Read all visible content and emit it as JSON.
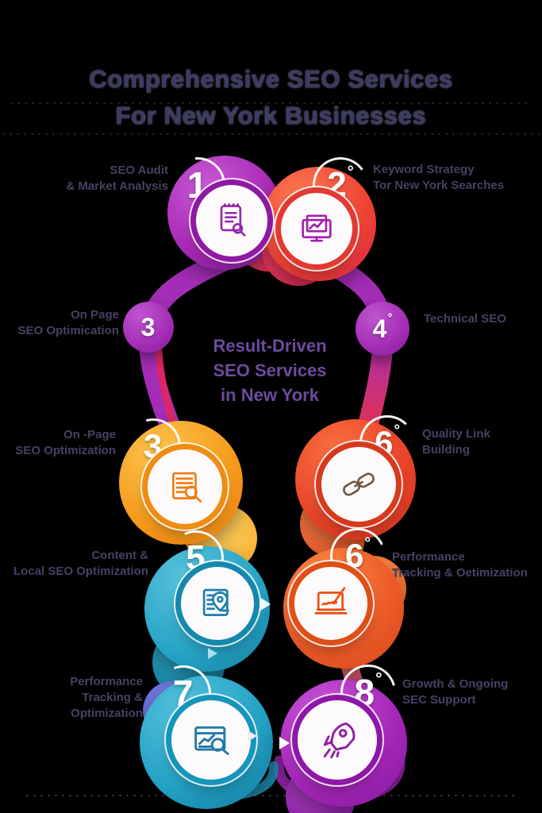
{
  "title": {
    "line1": "Comprehensive SEO Services",
    "line2": "For New York Businesses"
  },
  "center_text": "Result-Driven\nSEO Services\nin New York",
  "steps": [
    {
      "number": "1",
      "degree": "",
      "label": "SEO Audit\n& Market Analysis",
      "icon": "audit-report-icon",
      "color": "#a82ab5"
    },
    {
      "number": "2",
      "degree": "°",
      "label": "Keyword Strategy\nTor New York Searches",
      "icon": "monitor-analytics-icon",
      "color": "#ef4434"
    },
    {
      "number": "3",
      "degree": "",
      "label": "On Page\nSEO Optimication",
      "icon": "",
      "color": "#a32db6"
    },
    {
      "number": "4",
      "degree": "°",
      "label": "Technical SEO",
      "icon": "",
      "color": "#a32db6"
    },
    {
      "number": "3",
      "degree": "",
      "label": "On -Page\nSEO Optimization",
      "icon": "page-search-icon",
      "color": "#f59c1c"
    },
    {
      "number": "6",
      "degree": "°",
      "label": "Quality Link\nBuilding",
      "icon": "chain-link-icon",
      "color": "#e8442a"
    },
    {
      "number": "5",
      "degree": "",
      "label": "Content &\nLocal SEO Optimization",
      "icon": "local-content-map-icon",
      "color": "#27a5c6"
    },
    {
      "number": "6",
      "degree": "°",
      "label": "Performance\nTracking & Oetimization",
      "icon": "laptop-tracking-icon",
      "color": "#ec5a28"
    },
    {
      "number": "7",
      "degree": "",
      "label": "Performance\nTracking &\nOptimization",
      "icon": "analytics-search-icon",
      "color": "#24a2c5"
    },
    {
      "number": "8",
      "degree": "°",
      "label": "Growth & Ongoing\nSEC Support",
      "icon": "rocket-icon",
      "color": "#a527b8"
    }
  ],
  "colors": {
    "background": "#000000",
    "title_text": "#3d3b62",
    "label_text": "#474063",
    "center_text": "#6b4c9e",
    "purple": "#a82ab5",
    "red": "#ef4434",
    "orange": "#f59c1c",
    "red_orange": "#e8442a",
    "teal": "#27a5c6",
    "deep_orange": "#ec5a28",
    "violet": "#a527b8",
    "crimson_accent": "#e0275a"
  },
  "decor": {
    "flow_arrow_icon": "chevron-right-arrow",
    "flow_arrow_count": 4
  }
}
